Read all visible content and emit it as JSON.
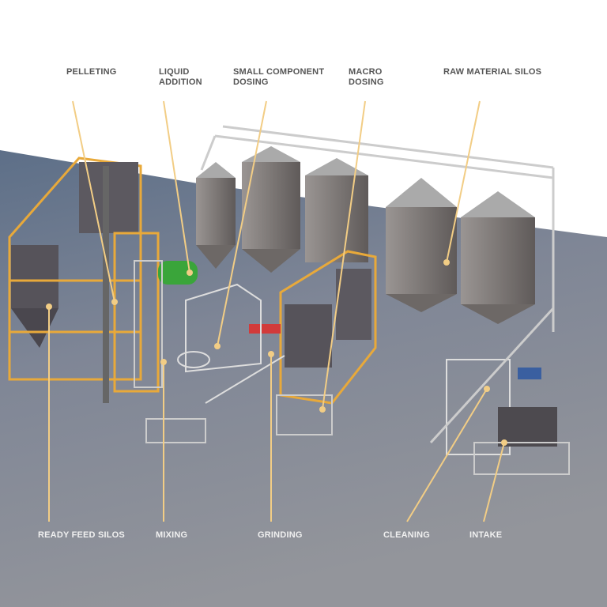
{
  "labels_top": [
    {
      "id": "pelleting",
      "text": "PELLETING"
    },
    {
      "id": "liquid-addition",
      "text": "LIQUID\nADDITION"
    },
    {
      "id": "small-component-dosing",
      "text": "SMALL COMPONENT\nDOSING"
    },
    {
      "id": "macro-dosing",
      "text": "MACRO\nDOSING"
    },
    {
      "id": "raw-material-silos",
      "text": "RAW MATERIAL SILOS"
    }
  ],
  "labels_bottom": [
    {
      "id": "ready-feed-silos",
      "text": "READY FEED SILOS"
    },
    {
      "id": "mixing",
      "text": "MIXING"
    },
    {
      "id": "grinding",
      "text": "GRINDING"
    },
    {
      "id": "cleaning",
      "text": "CLEANING"
    },
    {
      "id": "intake",
      "text": "INTAKE"
    }
  ],
  "colors": {
    "leader_line": "#f2cd85",
    "structure_yellow": "#e8a93a",
    "silo_gray": "#8a8583",
    "floor_top": "#5d6f88",
    "floor_bottom": "#8f9299",
    "liquid_tank": "#3aa53a"
  }
}
